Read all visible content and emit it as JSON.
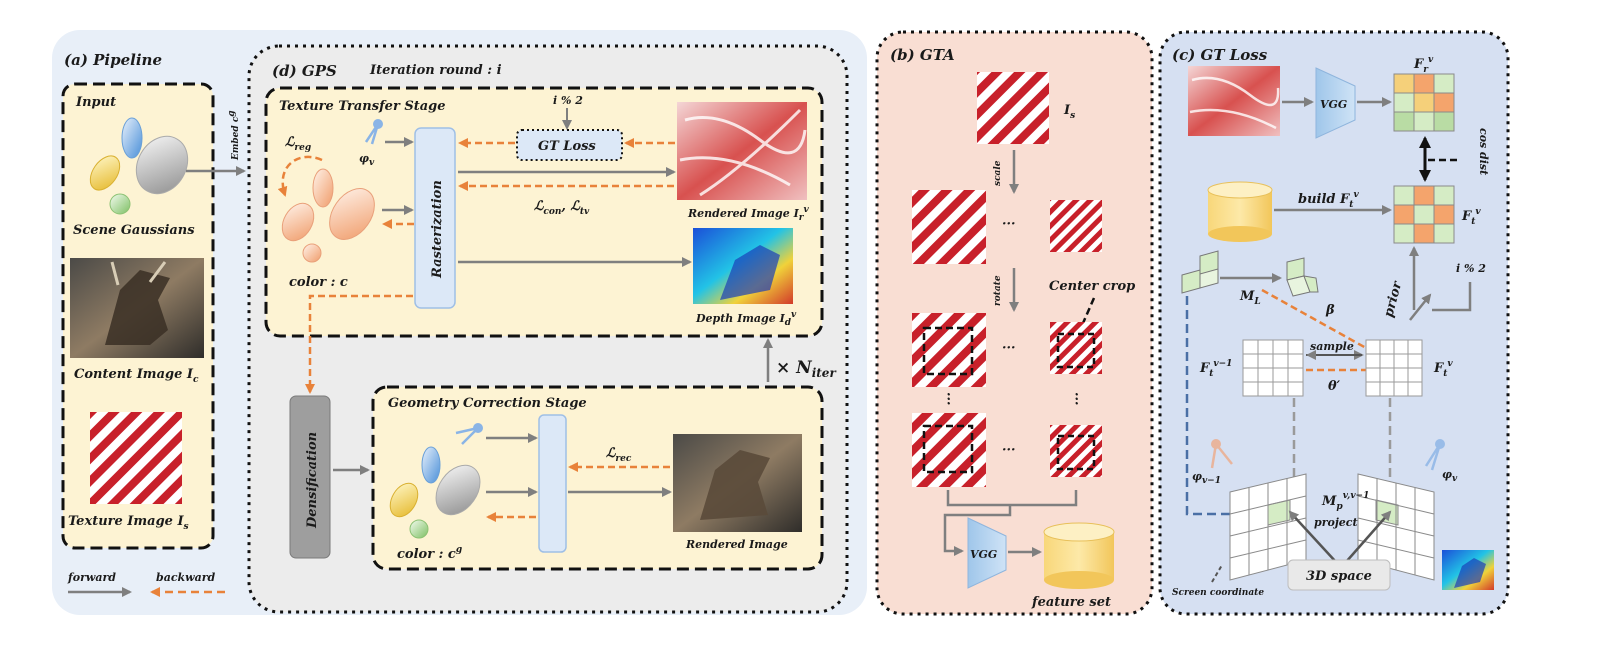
{
  "pipeline": {
    "title": "(a) Pipeline",
    "input_title": "Input",
    "scene_gaussians": "Scene Gaussians",
    "embed": "Embed c",
    "embed_sup": "g",
    "content_image": "Content Image I",
    "content_sub": "c",
    "texture_image": "Texture Image I",
    "texture_sub": "s",
    "legend_forward": "forward",
    "legend_backward": "backward"
  },
  "gps": {
    "title": "(d) GPS",
    "iteration": "Iteration round : i",
    "texture_stage": "Texture Transfer Stage",
    "mod": "i % 2",
    "gt_loss": "GT Loss",
    "lreg": "ℒ",
    "lreg_sub": "reg",
    "phi": "φ",
    "phi_sub": "v",
    "rasterization": "Rasterization",
    "lcon": "ℒ",
    "lcon_sub": "con",
    "ltv_sep": ", ℒ",
    "ltv_sub": "tv",
    "rendered_image_r": "Rendered Image I",
    "rendered_r_sub": "r",
    "rendered_r_sup": "v",
    "color": "color : c",
    "depth_image": "Depth Image I",
    "depth_sub": "d",
    "depth_sup": "v",
    "n_iter": "× N",
    "n_iter_sub": "iter",
    "densification": "Densification",
    "geometry_stage": "Geometry Correction Stage",
    "lrec": "ℒ",
    "lrec_sub": "rec",
    "color_g": "color : c",
    "color_g_sup": "g",
    "rendered_image": "Rendered Image"
  },
  "gta": {
    "title": "(b) GTA",
    "is": "I",
    "is_sub": "s",
    "scale": "scale",
    "rotate": "rotate",
    "center_crop": "Center crop",
    "dots": "···",
    "vgg": "VGG",
    "feature_set": "feature set"
  },
  "gt_loss": {
    "title": "(c) GT Loss",
    "vgg": "VGG",
    "fr": "F",
    "fr_sub": "r",
    "fr_sup": "v",
    "cos_dist": "cos dist",
    "build": "build F",
    "build_sub": "t",
    "build_sup": "v",
    "ft": "F",
    "ft_sub": "t",
    "ft_sup": "v",
    "ml": "M",
    "ml_sub": "L",
    "beta": "β",
    "prior": "prior",
    "mod": "i % 2",
    "ft_prev": "F",
    "ft_prev_sub": "t",
    "ft_prev_sup": "v−1",
    "sample": "sample",
    "theta": "θ′",
    "ft_right": "F",
    "ft_right_sub": "t",
    "ft_right_sup": "v",
    "phi_prev": "φ",
    "phi_prev_sub": "v−1",
    "phi_v": "φ",
    "phi_v_sub": "v",
    "mp": "M",
    "mp_sub": "p",
    "mp_sup": "v,v−1",
    "project": "project",
    "space3d": "3D space",
    "screen_coord": "Screen coordinate"
  },
  "colors": {
    "orange": "#e8823a",
    "gray_arrow": "#7f7f7f",
    "red_stripe": "#c8202a",
    "blue_dash": "#4a6fa5"
  }
}
